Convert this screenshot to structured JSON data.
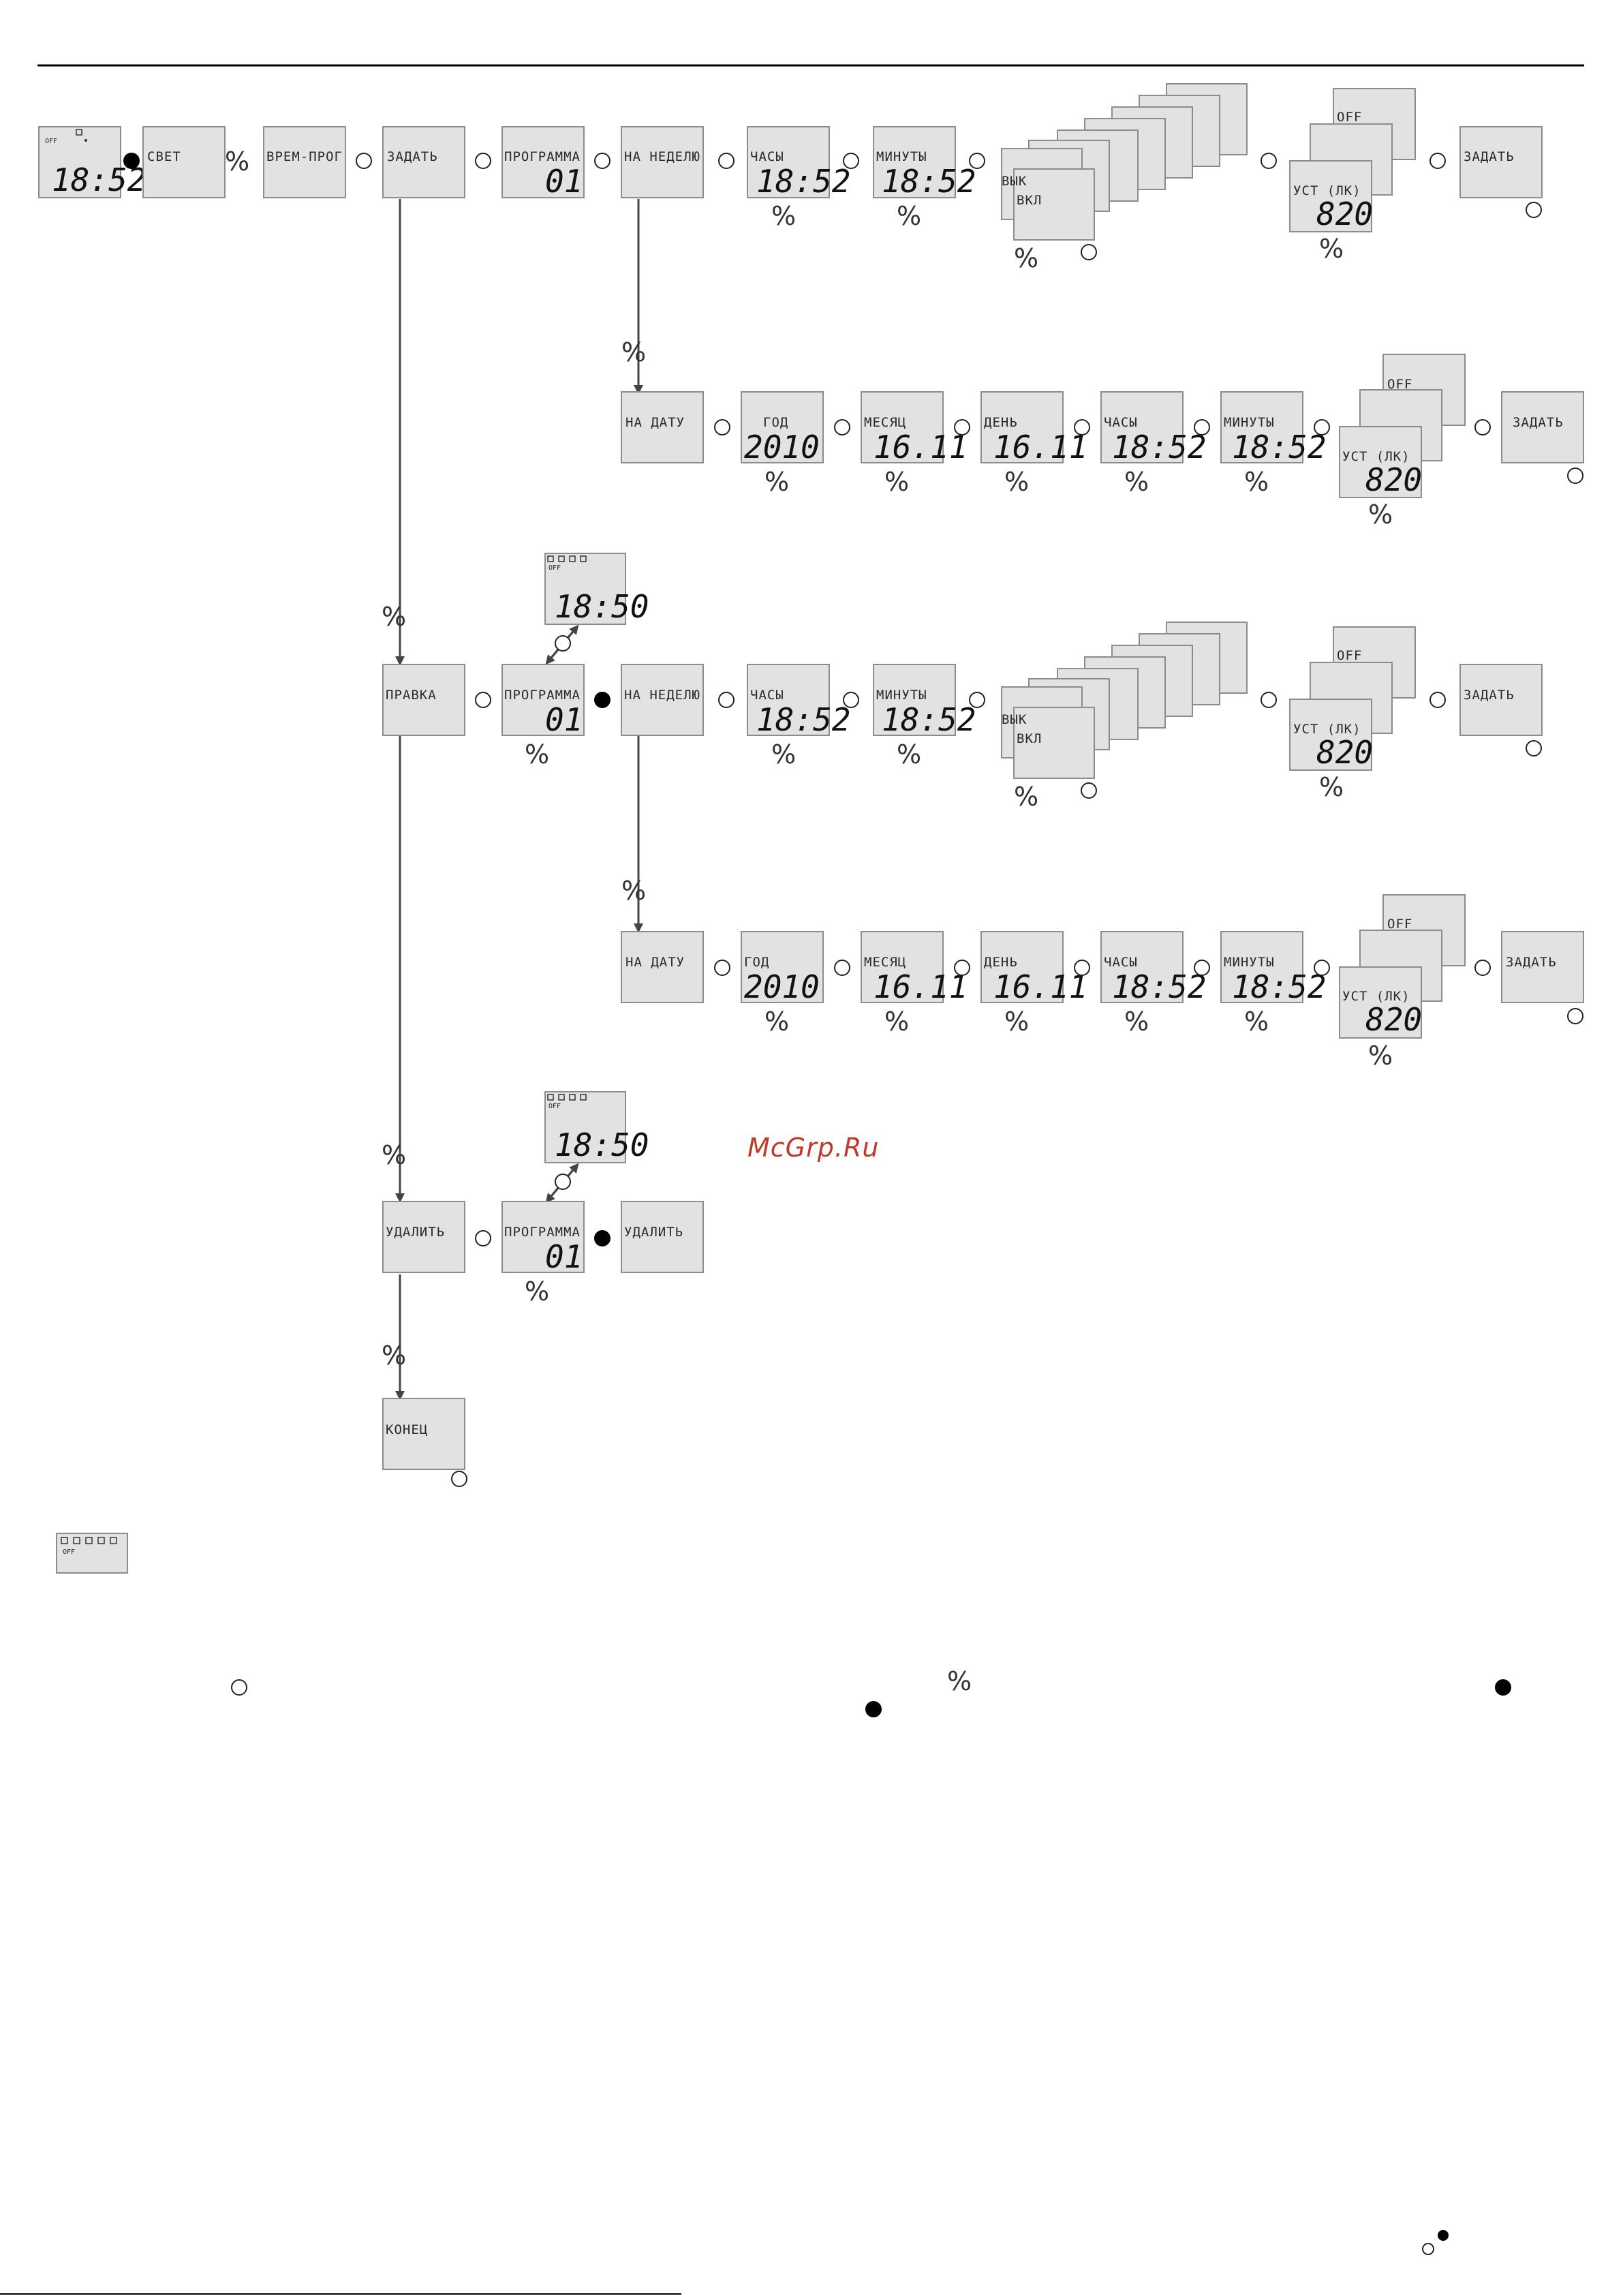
{
  "watermark": "McGrp.Ru",
  "labels": {
    "svet": "СВЕТ",
    "vrem_prog": "ВРЕМ-ПРОГ",
    "zadat": "ЗАДАТЬ",
    "programma": "ПРОГРАММА",
    "na_nedelyu": "НА НЕДЕЛЮ",
    "chasy": "ЧАСЫ",
    "minuty": "МИНУТЫ",
    "vyk": "ВЫК",
    "vkl": "ВКЛ",
    "off": "OFF",
    "ust": "УСТ (ЛК)",
    "na_datu": "НА ДАТУ",
    "god": "ГОД",
    "mesyac": "МЕСЯЦ",
    "den": "ДЕНЬ",
    "pravka": "ПРАВКА",
    "udalit": "УДАЛИТЬ",
    "konec": "КОНЕЦ",
    "off_small": "OFF"
  },
  "values": {
    "clock": "18:52",
    "clock_alt": "18:50",
    "program_no": "01",
    "year": "2010",
    "date": "16.11",
    "lux": "820"
  },
  "button_symbols": {
    "turn": "%"
  }
}
